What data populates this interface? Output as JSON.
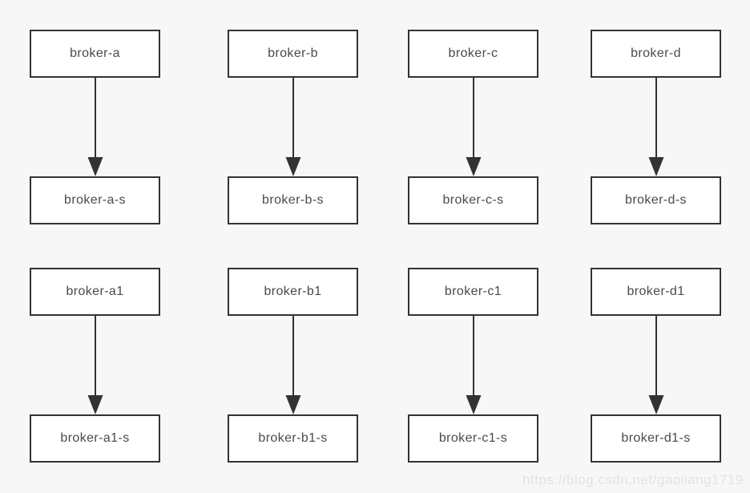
{
  "page": {
    "background": "#f7f7f7",
    "watermark": "https://blog.csdn.net/gaoliang1719"
  },
  "colors": {
    "box_fill": "#ffffff",
    "box_border": "#333333",
    "arrow": "#333333",
    "text": "#4a4a4a",
    "watermark": "#e3e3e3"
  },
  "diagram": {
    "type": "master-slave-broker-pairs",
    "pairs": [
      {
        "master": "broker-a",
        "slave": "broker-a-s"
      },
      {
        "master": "broker-b",
        "slave": "broker-b-s"
      },
      {
        "master": "broker-c",
        "slave": "broker-c-s"
      },
      {
        "master": "broker-d",
        "slave": "broker-d-s"
      },
      {
        "master": "broker-a1",
        "slave": "broker-a1-s"
      },
      {
        "master": "broker-b1",
        "slave": "broker-b1-s"
      },
      {
        "master": "broker-c1",
        "slave": "broker-c1-s"
      },
      {
        "master": "broker-d1",
        "slave": "broker-d1-s"
      }
    ]
  }
}
